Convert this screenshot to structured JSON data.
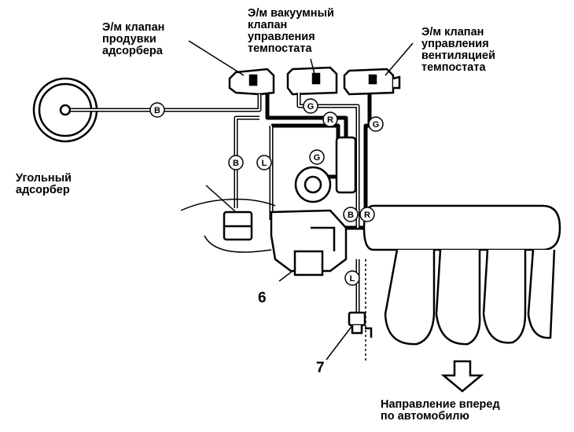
{
  "labels": {
    "purge_valve": "Э/м клапан\nпродувки\nадсорбера",
    "vacuum_valve": "Э/м вакуумный\nклапан\nуправления\nтемпостата",
    "vent_valve": "Э/м клапан\nуправления\nвентиляцией\nтемпостата",
    "canister": "Угольный\nадсорбер",
    "part_6": "6",
    "part_7": "7",
    "direction": "Направление вперед\nпо автомобилю"
  },
  "hose_tags": {
    "b_top": "B",
    "g_upper": "G",
    "r_upper": "R",
    "g_right": "G",
    "b_left": "B",
    "l_left": "L",
    "g_center": "G",
    "b_lower": "B",
    "r_lower": "R",
    "l_bottom": "L"
  },
  "colors": {
    "ink": "#000000",
    "paper": "#ffffff"
  }
}
